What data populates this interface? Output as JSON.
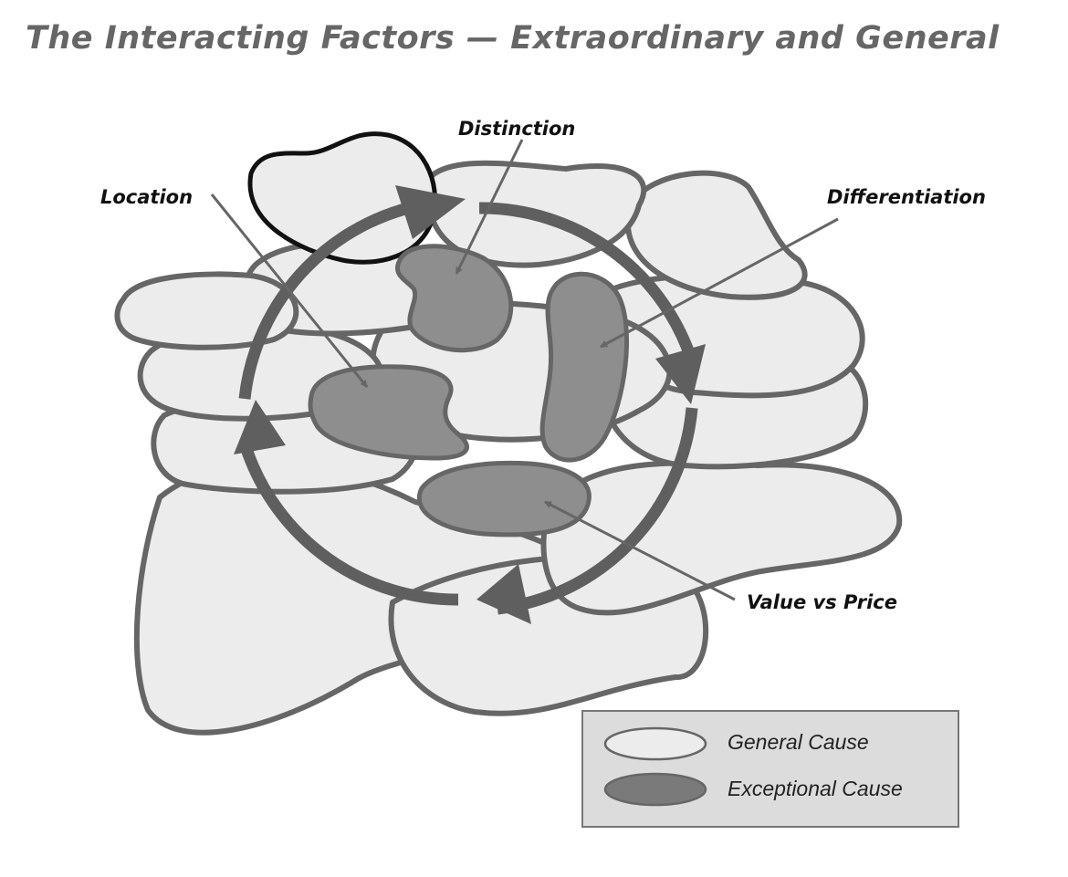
{
  "title": "The Interacting Factors — Extraordinary and General",
  "labels": {
    "distinction": "Distinction",
    "location": "Location",
    "differentiation": "Differentiation",
    "value_vs_price": "Value vs Price"
  },
  "legend": {
    "general": "General Cause",
    "exceptional": "Exceptional Cause"
  },
  "colors": {
    "general_fill": "#ececec",
    "exceptional_fill": "#8e8e8e",
    "outline": "#666666",
    "cycle_arrow": "#5f5f5f"
  }
}
